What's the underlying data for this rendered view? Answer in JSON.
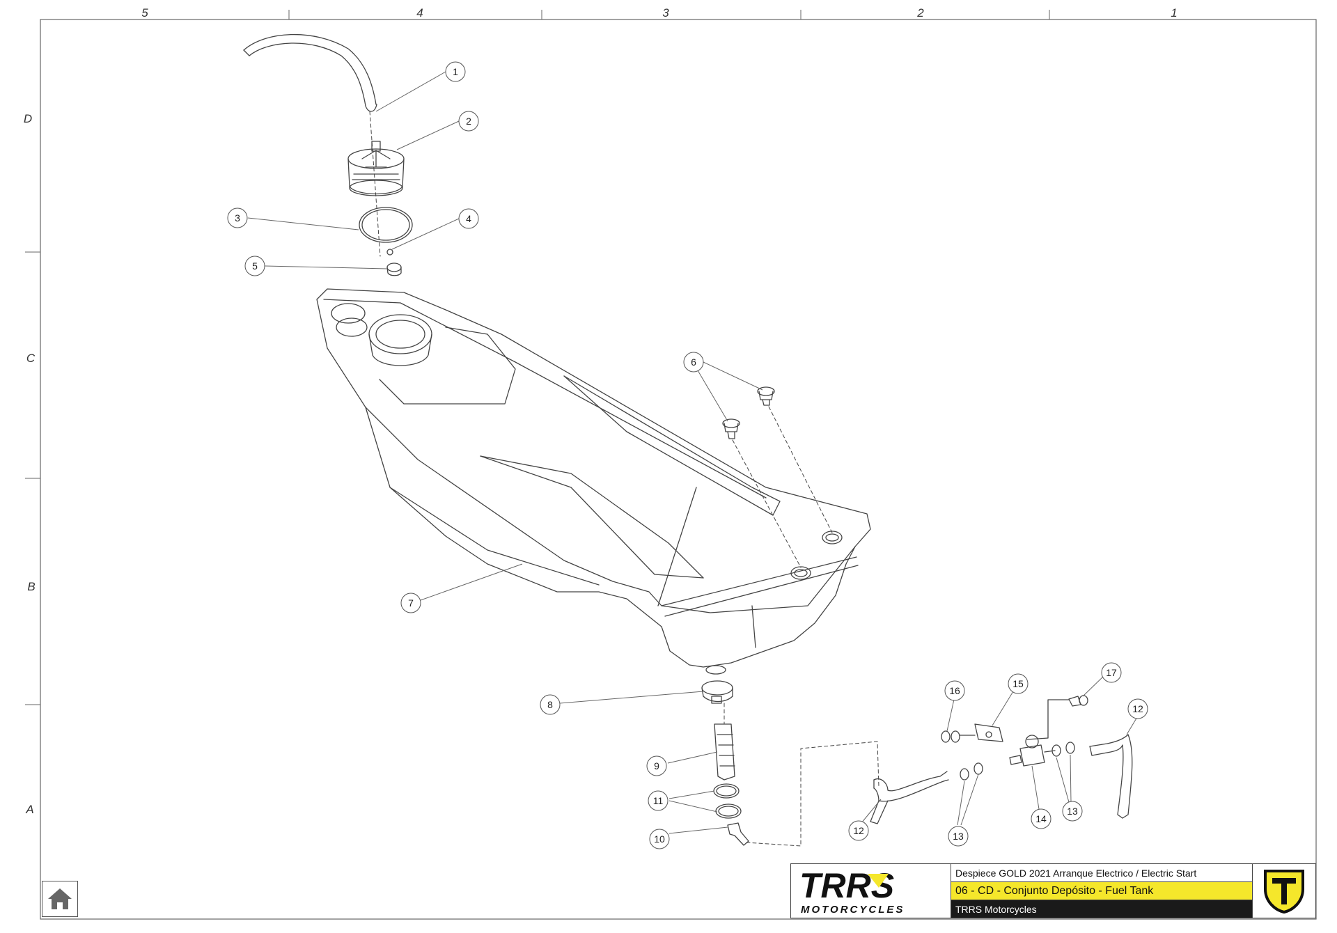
{
  "grid": {
    "columns": [
      "5",
      "4",
      "3",
      "2",
      "1"
    ],
    "rows": [
      "D",
      "C",
      "B",
      "A"
    ]
  },
  "callouts": [
    "1",
    "2",
    "3",
    "4",
    "5",
    "6",
    "7",
    "8",
    "9",
    "10",
    "11",
    "12",
    "12",
    "13",
    "13",
    "14",
    "15",
    "16",
    "17"
  ],
  "title_block": {
    "logo_text_main": "TRRS",
    "logo_text_sub": "MOTORCYCLES",
    "line1": "Despiece GOLD 2021 Arranque Electrico / Electric Start",
    "line2": "06 - CD - Conjunto Depósito - Fuel  Tank",
    "line3": "TRRS Motorcycles",
    "badge_icon": "trrs-t-badge-icon"
  },
  "home_icon": "home-icon",
  "colors": {
    "accent_yellow": "#f5e72b",
    "dark_band": "#1a1a1a",
    "line": "#555555"
  }
}
